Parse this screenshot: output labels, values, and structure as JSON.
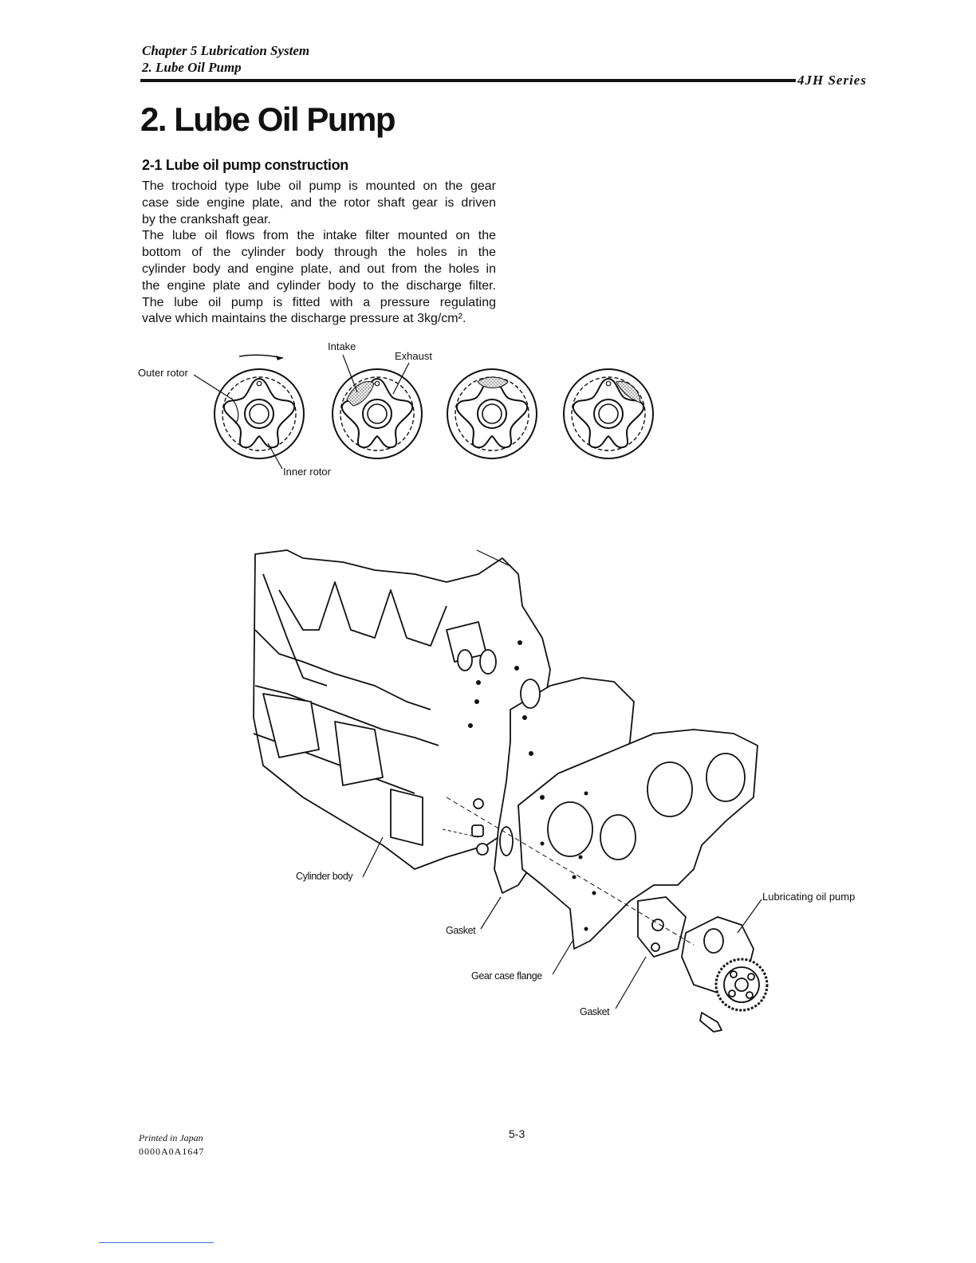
{
  "header": {
    "chapter": "Chapter 5 Lubrication System",
    "section": "2. Lube Oil Pump",
    "series": "4JH Series"
  },
  "title": "2. Lube Oil Pump",
  "subsection": {
    "heading": "2-1 Lube oil pump construction",
    "lines": [
      "The trochoid type lube oil pump is mounted on the gear",
      "case side engine plate, and the rotor shaft gear is driven",
      "by the crankshaft gear.",
      "The lube oil flows from the intake filter mounted on the",
      "bottom of the cylinder body through the holes in the",
      "cylinder body and engine plate, and out from the holes in",
      "the engine plate and cylinder body to the discharge filter.",
      "The lube oil pump is fitted with a pressure regulating",
      "valve which maintains the discharge pressure at 3kg/cm²."
    ]
  },
  "rotor_figure": {
    "labels": {
      "intake": "Intake",
      "exhaust": "Exhaust",
      "outer_rotor": "Outer rotor",
      "inner_rotor": "Inner rotor"
    }
  },
  "exploded_figure": {
    "labels": {
      "cylinder_body": "Cylinder body",
      "gasket_1": "Gasket",
      "gear_case_flange": "Gear case flange",
      "gasket_2": "Gasket",
      "lubricating_oil_pump": "Lubricating oil pump"
    }
  },
  "footer": {
    "printed": "Printed in Japan",
    "code": "0000A0A1647",
    "page": "5-3"
  }
}
